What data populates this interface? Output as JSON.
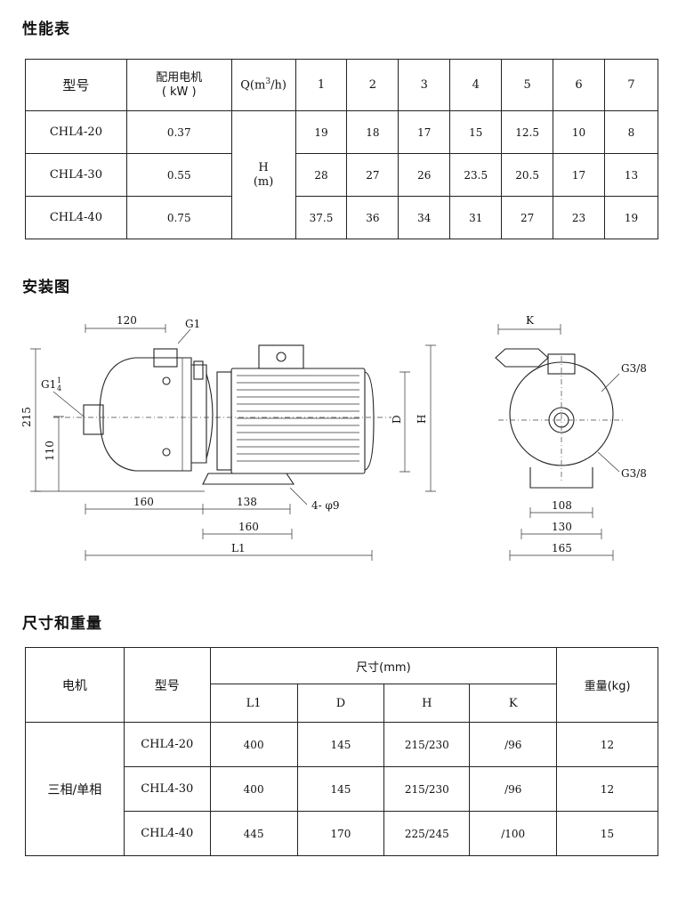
{
  "sections": {
    "performance": "性能表",
    "installation": "安装图",
    "dimensions": "尺寸和重量"
  },
  "performance_table": {
    "header": {
      "model": "型号",
      "motor_line1": "配用电机",
      "motor_line2": "( kW )",
      "q_label": "Q(m",
      "q_sup": "3",
      "q_tail": "/h)",
      "flows": [
        "1",
        "2",
        "3",
        "4",
        "5",
        "6",
        "7"
      ]
    },
    "h_label_line1": "H",
    "h_label_line2": "(m)",
    "rows": [
      {
        "model": "CHL4-20",
        "power": "0.37",
        "heads": [
          "19",
          "18",
          "17",
          "15",
          "12.5",
          "10",
          "8"
        ]
      },
      {
        "model": "CHL4-30",
        "power": "0.55",
        "heads": [
          "28",
          "27",
          "26",
          "23.5",
          "20.5",
          "17",
          "13"
        ]
      },
      {
        "model": "CHL4-40",
        "power": "0.75",
        "heads": [
          "37.5",
          "36",
          "34",
          "31",
          "27",
          "23",
          "19"
        ]
      }
    ]
  },
  "drawing_labels": {
    "dim_120": "120",
    "g1": "G1",
    "g1_quarter": "G1",
    "frac_num": "1",
    "frac_den": "4",
    "dim_215": "215",
    "dim_110": "110",
    "dim_d": "D",
    "dim_h": "H",
    "dim_160a": "160",
    "dim_138": "138",
    "holes": "4- φ9",
    "dim_160b": "160",
    "dim_l1": "L1",
    "dim_k": "K",
    "g3_8_top": "G3/8",
    "g3_8_bottom": "G3/8",
    "dim_108": "108",
    "dim_130": "130",
    "dim_165": "165"
  },
  "dimension_table": {
    "header": {
      "motor": "电机",
      "model": "型号",
      "size_group": "尺寸(mm)",
      "weight": "重量(kg)",
      "cols": [
        "L1",
        "D",
        "H",
        "K"
      ]
    },
    "phase": "三相/单相",
    "rows": [
      {
        "model": "CHL4-20",
        "L1": "400",
        "D": "145",
        "H": "215/230",
        "K": "/96",
        "weight": "12"
      },
      {
        "model": "CHL4-30",
        "L1": "400",
        "D": "145",
        "H": "215/230",
        "K": "/96",
        "weight": "12"
      },
      {
        "model": "CHL4-40",
        "L1": "445",
        "D": "170",
        "H": "225/245",
        "K": "/100",
        "weight": "15"
      }
    ]
  }
}
